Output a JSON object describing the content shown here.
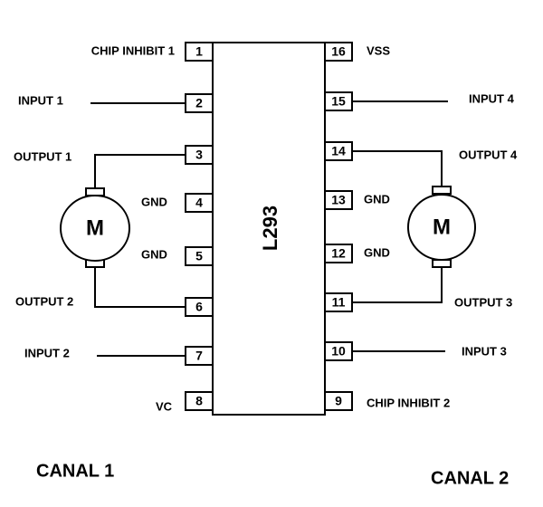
{
  "chip": {
    "name": "L293"
  },
  "motor_symbol": "M",
  "pins_left": [
    {
      "num": "1",
      "label": "CHIP INHIBIT 1"
    },
    {
      "num": "2",
      "label": "INPUT 1"
    },
    {
      "num": "3",
      "label": "OUTPUT 1"
    },
    {
      "num": "4",
      "label": "GND"
    },
    {
      "num": "5",
      "label": "GND"
    },
    {
      "num": "6",
      "label": "OUTPUT 2"
    },
    {
      "num": "7",
      "label": "INPUT 2"
    },
    {
      "num": "8",
      "label": "VC"
    }
  ],
  "pins_right": [
    {
      "num": "16",
      "label": "VSS"
    },
    {
      "num": "15",
      "label": "INPUT 4"
    },
    {
      "num": "14",
      "label": "OUTPUT 4"
    },
    {
      "num": "13",
      "label": "GND"
    },
    {
      "num": "12",
      "label": "GND"
    },
    {
      "num": "11",
      "label": "OUTPUT 3"
    },
    {
      "num": "10",
      "label": "INPUT 3"
    },
    {
      "num": "9",
      "label": "CHIP INHIBIT 2"
    }
  ],
  "channels": {
    "left": "CANAL 1",
    "right": "CANAL 2"
  }
}
